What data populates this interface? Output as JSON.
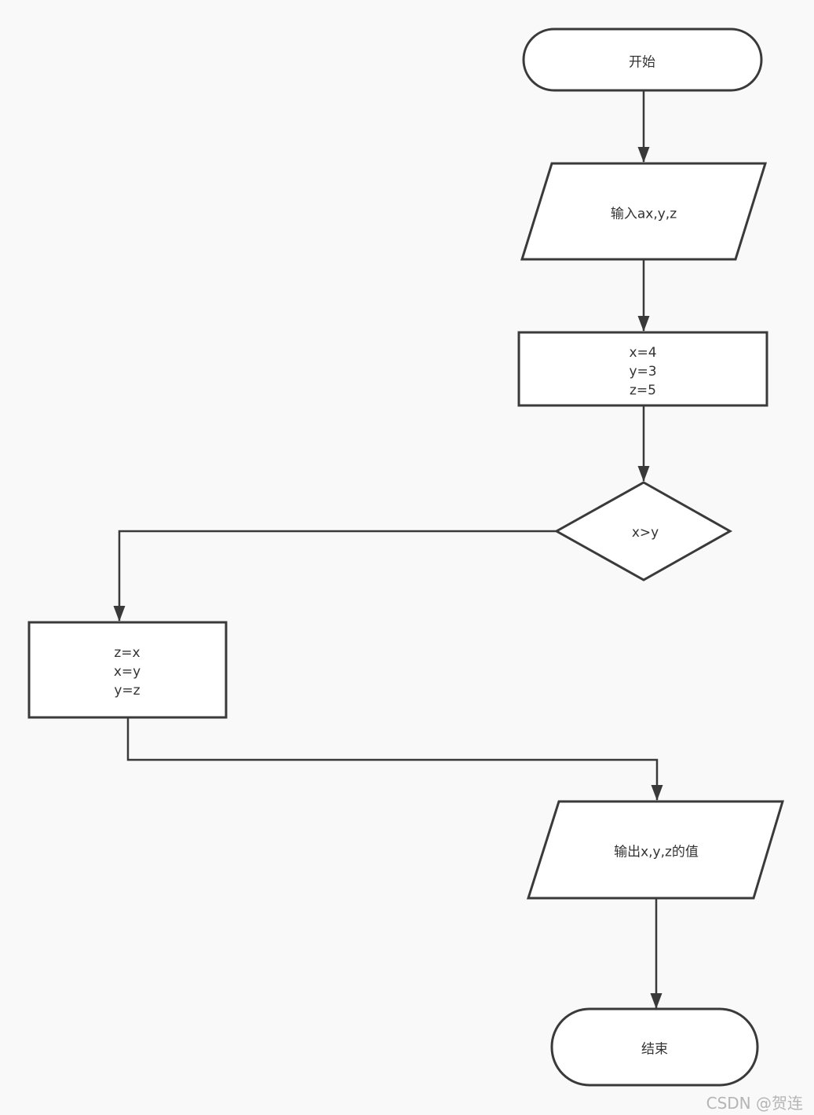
{
  "flowchart": {
    "title_hint": "swap-values-flowchart",
    "nodes": {
      "start": {
        "type": "terminator",
        "label": "开始"
      },
      "input": {
        "type": "input-output",
        "label": "输入ax,y,z"
      },
      "assign": {
        "type": "process",
        "lines": [
          "x=4",
          "y=3",
          "z=5"
        ]
      },
      "decision": {
        "type": "decision",
        "label": "x>y"
      },
      "swap": {
        "type": "process",
        "lines": [
          "z=x",
          "x=y",
          "y=z"
        ]
      },
      "output": {
        "type": "input-output",
        "label": "输出x,y,z的值"
      },
      "end": {
        "type": "terminator",
        "label": "结束"
      }
    },
    "colors": {
      "stroke": "#3a3a3a",
      "shape_fill": "#ffffff",
      "background": "#f9f9f9",
      "text": "#333333",
      "watermark_text": "#b5b5b5"
    },
    "watermark": "CSDN @贺连"
  }
}
